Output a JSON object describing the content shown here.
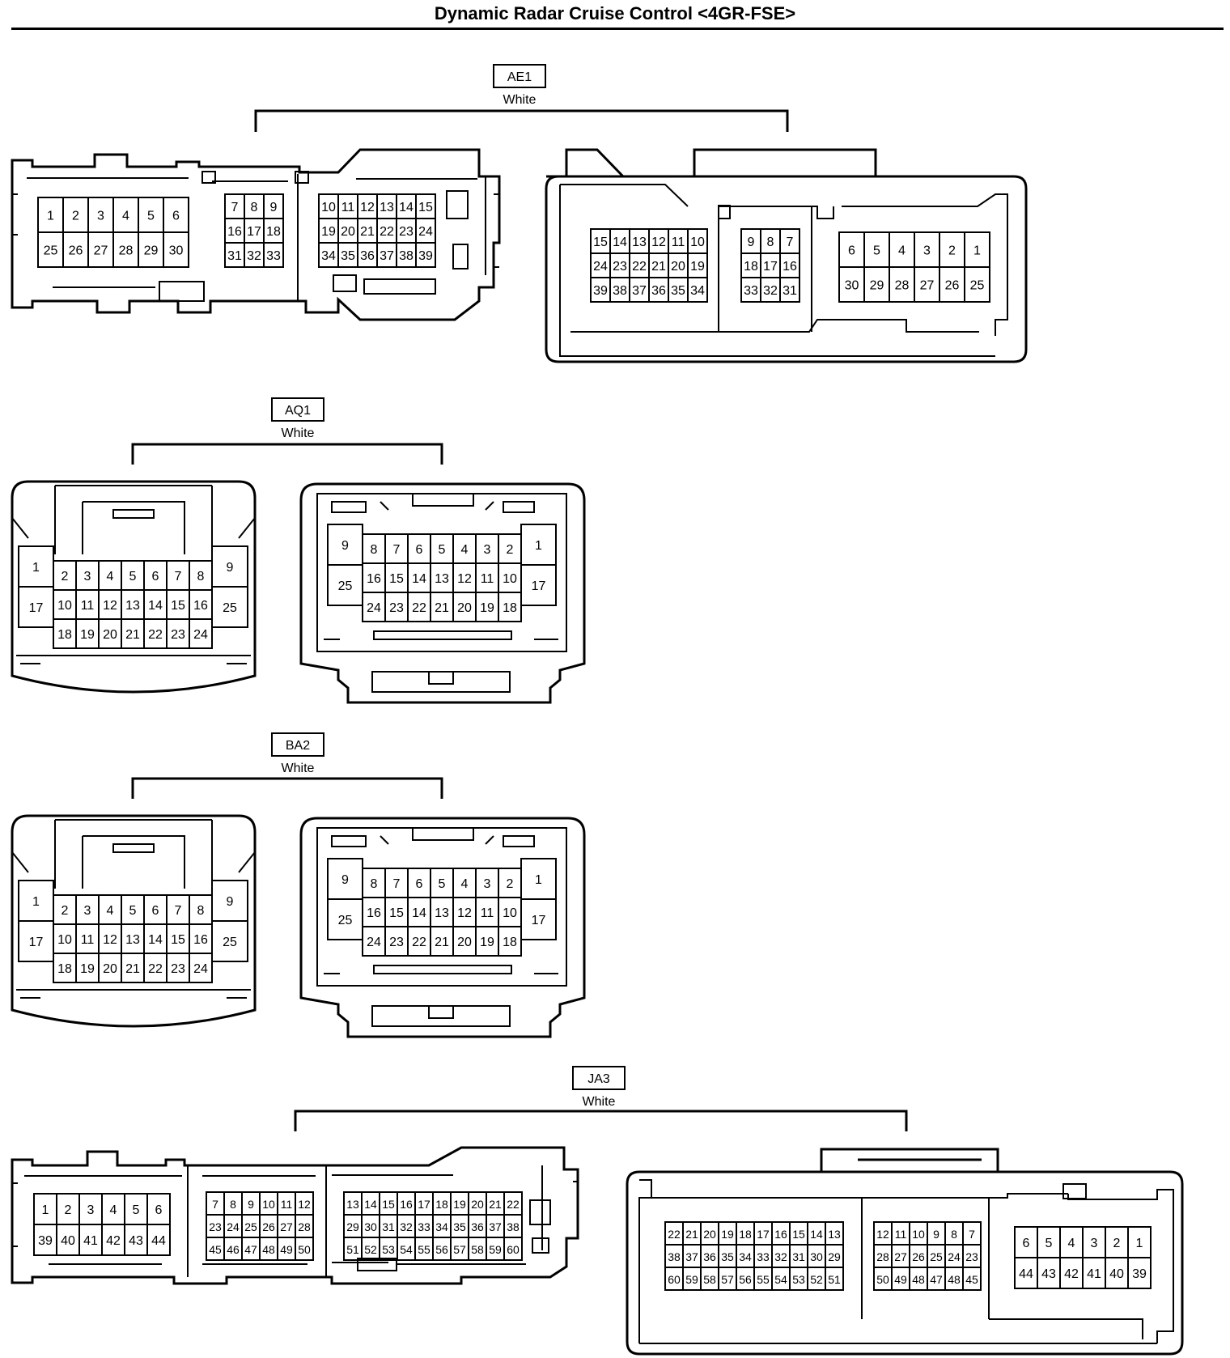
{
  "title": "Dynamic Radar Cruise Control <4GR-FSE>",
  "connectors": [
    {
      "code": "AE1",
      "color": "White",
      "left_view": [
        {
          "rows": [
            [
              "1",
              "2",
              "3",
              "4",
              "5",
              "6"
            ],
            [
              "25",
              "26",
              "27",
              "28",
              "29",
              "30"
            ]
          ]
        },
        {
          "rows": [
            [
              "7",
              "8",
              "9"
            ],
            [
              "16",
              "17",
              "18"
            ],
            [
              "31",
              "32",
              "33"
            ]
          ]
        },
        {
          "rows": [
            [
              "10",
              "11",
              "12",
              "13",
              "14",
              "15"
            ],
            [
              "19",
              "20",
              "21",
              "22",
              "23",
              "24"
            ],
            [
              "34",
              "35",
              "36",
              "37",
              "38",
              "39"
            ]
          ]
        }
      ],
      "right_view": [
        {
          "rows": [
            [
              "15",
              "14",
              "13",
              "12",
              "11",
              "10"
            ],
            [
              "24",
              "23",
              "22",
              "21",
              "20",
              "19"
            ],
            [
              "39",
              "38",
              "37",
              "36",
              "35",
              "34"
            ]
          ]
        },
        {
          "rows": [
            [
              "9",
              "8",
              "7"
            ],
            [
              "18",
              "17",
              "16"
            ],
            [
              "33",
              "32",
              "31"
            ]
          ]
        },
        {
          "rows": [
            [
              "6",
              "5",
              "4",
              "3",
              "2",
              "1"
            ],
            [
              "30",
              "29",
              "28",
              "27",
              "26",
              "25"
            ]
          ]
        }
      ]
    },
    {
      "code": "AQ1",
      "color": "White",
      "left_view": {
        "outer_left": [
          "1",
          "17"
        ],
        "rows": [
          [
            "2",
            "3",
            "4",
            "5",
            "6",
            "7",
            "8"
          ],
          [
            "10",
            "11",
            "12",
            "13",
            "14",
            "15",
            "16"
          ],
          [
            "18",
            "19",
            "20",
            "21",
            "22",
            "23",
            "24"
          ]
        ],
        "outer_right": [
          "9",
          "25"
        ]
      },
      "right_view": {
        "outer_left": [
          "9",
          "25"
        ],
        "rows": [
          [
            "8",
            "7",
            "6",
            "5",
            "4",
            "3",
            "2"
          ],
          [
            "16",
            "15",
            "14",
            "13",
            "12",
            "11",
            "10"
          ],
          [
            "24",
            "23",
            "22",
            "21",
            "20",
            "19",
            "18"
          ]
        ],
        "outer_right": [
          "1",
          "17"
        ]
      }
    },
    {
      "code": "BA2",
      "color": "White",
      "left_view": {
        "outer_left": [
          "1",
          "17"
        ],
        "rows": [
          [
            "2",
            "3",
            "4",
            "5",
            "6",
            "7",
            "8"
          ],
          [
            "10",
            "11",
            "12",
            "13",
            "14",
            "15",
            "16"
          ],
          [
            "18",
            "19",
            "20",
            "21",
            "22",
            "23",
            "24"
          ]
        ],
        "outer_right": [
          "9",
          "25"
        ]
      },
      "right_view": {
        "outer_left": [
          "9",
          "25"
        ],
        "rows": [
          [
            "8",
            "7",
            "6",
            "5",
            "4",
            "3",
            "2"
          ],
          [
            "16",
            "15",
            "14",
            "13",
            "12",
            "11",
            "10"
          ],
          [
            "24",
            "23",
            "22",
            "21",
            "20",
            "19",
            "18"
          ]
        ],
        "outer_right": [
          "1",
          "17"
        ]
      }
    },
    {
      "code": "JA3",
      "color": "White",
      "left_view": [
        {
          "rows": [
            [
              "1",
              "2",
              "3",
              "4",
              "5",
              "6"
            ],
            [
              "39",
              "40",
              "41",
              "42",
              "43",
              "44"
            ]
          ]
        },
        {
          "rows": [
            [
              "7",
              "8",
              "9",
              "10",
              "11",
              "12"
            ],
            [
              "23",
              "24",
              "25",
              "26",
              "27",
              "28"
            ],
            [
              "45",
              "46",
              "47",
              "48",
              "49",
              "50"
            ]
          ]
        },
        {
          "rows": [
            [
              "13",
              "14",
              "15",
              "16",
              "17",
              "18",
              "19",
              "20",
              "21",
              "22"
            ],
            [
              "29",
              "30",
              "31",
              "32",
              "33",
              "34",
              "35",
              "36",
              "37",
              "38"
            ],
            [
              "51",
              "52",
              "53",
              "54",
              "55",
              "56",
              "57",
              "58",
              "59",
              "60"
            ]
          ]
        }
      ],
      "right_view": [
        {
          "rows": [
            [
              "22",
              "21",
              "20",
              "19",
              "18",
              "17",
              "16",
              "15",
              "14",
              "13"
            ],
            [
              "38",
              "37",
              "36",
              "35",
              "34",
              "33",
              "32",
              "31",
              "30",
              "29"
            ],
            [
              "60",
              "59",
              "58",
              "57",
              "56",
              "55",
              "54",
              "53",
              "52",
              "51"
            ]
          ]
        },
        {
          "rows": [
            [
              "12",
              "11",
              "10",
              "9",
              "8",
              "7"
            ],
            [
              "28",
              "27",
              "26",
              "25",
              "24",
              "23"
            ],
            [
              "50",
              "49",
              "48",
              "47",
              "48",
              "45"
            ]
          ]
        },
        {
          "rows": [
            [
              "6",
              "5",
              "4",
              "3",
              "2",
              "1"
            ],
            [
              "44",
              "43",
              "42",
              "41",
              "40",
              "39"
            ]
          ]
        }
      ]
    }
  ]
}
